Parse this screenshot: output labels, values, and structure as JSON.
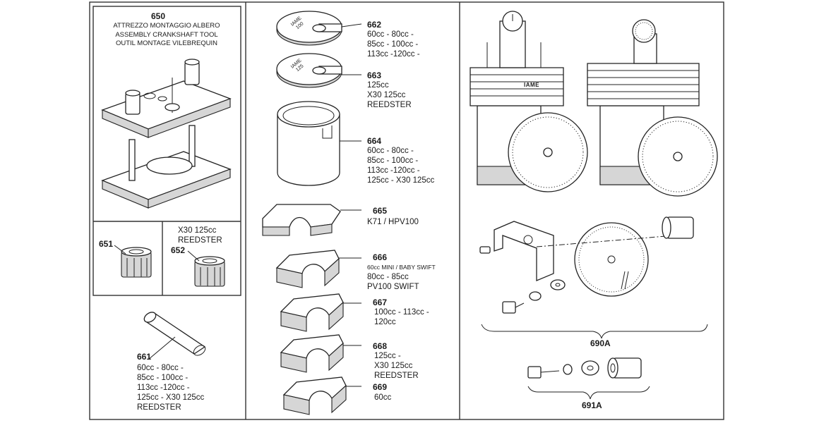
{
  "items": {
    "p650": {
      "number": "650",
      "title": "ATTREZZO MONTAGGIO ALBERO\nASSEMBLY CRANKSHAFT TOOL\nOUTIL MONTAGE VILEBREQUIN"
    },
    "p651": {
      "number": "651"
    },
    "p652": {
      "number": "652",
      "desc": "X30 125cc\nREEDSTER"
    },
    "p661": {
      "number": "661",
      "desc": "60cc - 80cc -\n85cc - 100cc -\n113cc -120cc -\n125cc - X30 125cc\nREEDSTER"
    },
    "p662": {
      "number": "662",
      "desc": "60cc - 80cc -\n85cc - 100cc -\n113cc -120cc -",
      "stamp1": "IAME",
      "stamp2": "100"
    },
    "p663": {
      "number": "663",
      "desc": "125cc\nX30 125cc\nREEDSTER",
      "stamp1": "IAME",
      "stamp2": "125"
    },
    "p664": {
      "number": "664",
      "desc": "60cc - 80cc -\n85cc - 100cc -\n113cc -120cc -\n125cc - X30 125cc"
    },
    "p665": {
      "number": "665",
      "desc": "K71 / HPV100"
    },
    "p666": {
      "number": "666",
      "desc_small": "60cc MINI / BABY SWIFT",
      "desc": "80cc - 85cc\nPV100 SWIFT"
    },
    "p667": {
      "number": "667",
      "desc": "100cc - 113cc -\n120cc"
    },
    "p668": {
      "number": "668",
      "desc": "125cc -\nX30 125cc\nREEDSTER"
    },
    "p669": {
      "number": "669",
      "desc": "60cc"
    },
    "p690A": {
      "number": "690A",
      "engine_brand": "IAME"
    },
    "p691A": {
      "number": "691A"
    }
  },
  "colors": {
    "line": "#222222",
    "shade": "#d6d6d6",
    "paper": "#ffffff"
  }
}
